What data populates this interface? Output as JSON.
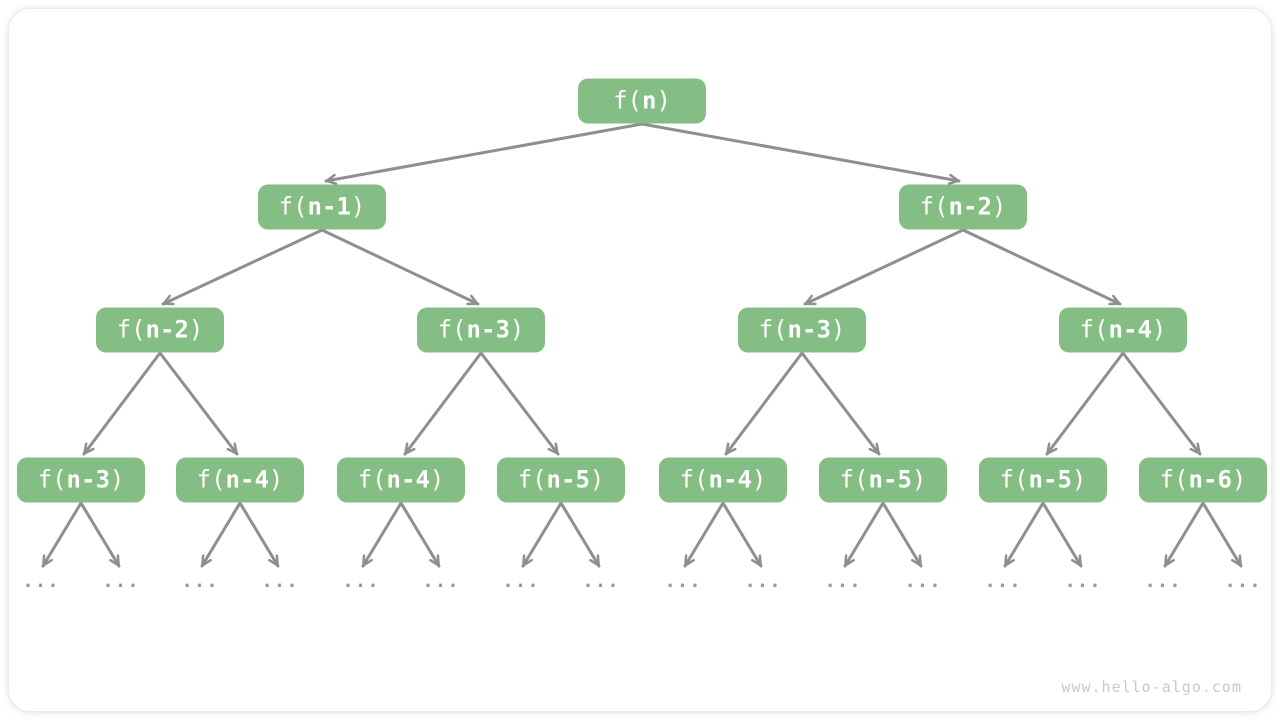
{
  "diagram": {
    "watermark": "www.hello-algo.com",
    "ellipsis": "...",
    "colors": {
      "node_fill": "#85BE85",
      "node_text": "#FFFFFF",
      "arrow": "#8F8F8F",
      "ellipsis_gray": "#9A9A9A",
      "watermark_gray": "#C9C9C9"
    },
    "nodes": [
      {
        "level": 0,
        "label": "f(n)",
        "pre": "f(",
        "arg": "n",
        "post": ")"
      },
      {
        "level": 1,
        "label": "f(n-1)",
        "pre": "f(",
        "arg": "n-1",
        "post": ")"
      },
      {
        "level": 1,
        "label": "f(n-2)",
        "pre": "f(",
        "arg": "n-2",
        "post": ")"
      },
      {
        "level": 2,
        "label": "f(n-2)",
        "pre": "f(",
        "arg": "n-2",
        "post": ")"
      },
      {
        "level": 2,
        "label": "f(n-3)",
        "pre": "f(",
        "arg": "n-3",
        "post": ")"
      },
      {
        "level": 2,
        "label": "f(n-3)",
        "pre": "f(",
        "arg": "n-3",
        "post": ")"
      },
      {
        "level": 2,
        "label": "f(n-4)",
        "pre": "f(",
        "arg": "n-4",
        "post": ")"
      },
      {
        "level": 3,
        "label": "f(n-3)",
        "pre": "f(",
        "arg": "n-3",
        "post": ")"
      },
      {
        "level": 3,
        "label": "f(n-4)",
        "pre": "f(",
        "arg": "n-4",
        "post": ")"
      },
      {
        "level": 3,
        "label": "f(n-4)",
        "pre": "f(",
        "arg": "n-4",
        "post": ")"
      },
      {
        "level": 3,
        "label": "f(n-5)",
        "pre": "f(",
        "arg": "n-5",
        "post": ")"
      },
      {
        "level": 3,
        "label": "f(n-4)",
        "pre": "f(",
        "arg": "n-4",
        "post": ")"
      },
      {
        "level": 3,
        "label": "f(n-5)",
        "pre": "f(",
        "arg": "n-5",
        "post": ")"
      },
      {
        "level": 3,
        "label": "f(n-5)",
        "pre": "f(",
        "arg": "n-5",
        "post": ")"
      },
      {
        "level": 3,
        "label": "f(n-6)",
        "pre": "f(",
        "arg": "n-6",
        "post": ")"
      }
    ]
  }
}
